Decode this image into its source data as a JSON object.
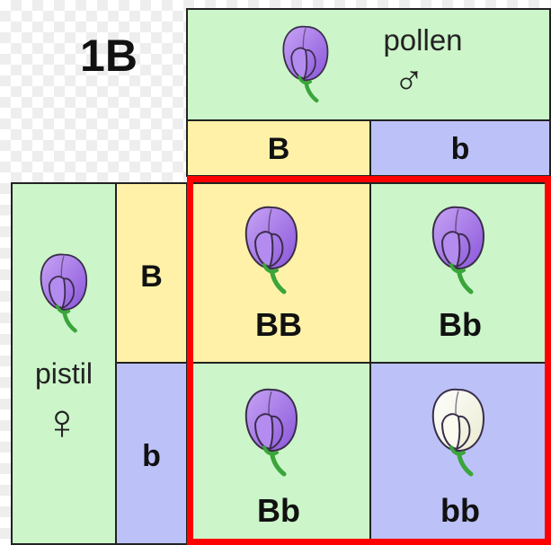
{
  "title": "1B",
  "male": {
    "label": "pollen",
    "symbol": "♂"
  },
  "female": {
    "label": "pistil",
    "symbol": "♀"
  },
  "pollen_alleles": [
    "B",
    "b"
  ],
  "pistil_alleles": [
    "B",
    "b"
  ],
  "offspring": [
    {
      "genotype": "BB",
      "flower": "purple"
    },
    {
      "genotype": "Bb",
      "flower": "purple"
    },
    {
      "genotype": "Bb",
      "flower": "purple"
    },
    {
      "genotype": "bb",
      "flower": "white"
    }
  ],
  "colors": {
    "green": "#ccf5c9",
    "yellow": "#fff1a8",
    "blue": "#bcc2f7",
    "purple_flower": "#a77ce8",
    "white_flower": "#f5f6e6",
    "highlight": "#ff0000"
  }
}
